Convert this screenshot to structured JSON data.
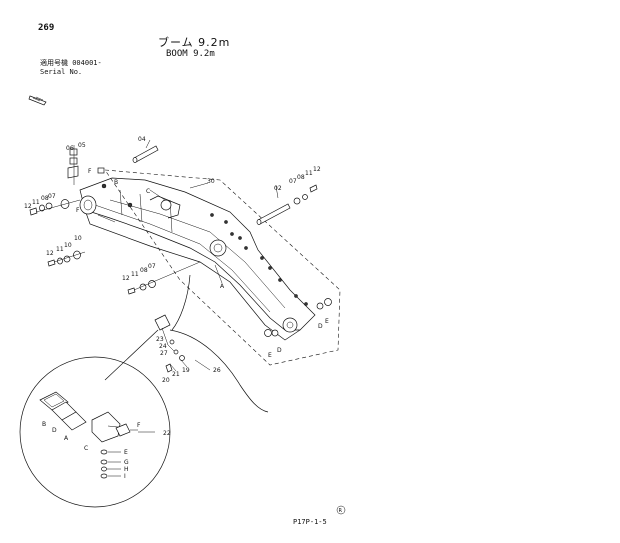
{
  "header": {
    "page_number": "269",
    "title_jp": "ブーム 9.2m",
    "title_en": "BOOM 9.2m",
    "applicable_model": "適用号機 004001-",
    "serial_label": "Serial No."
  },
  "footer": {
    "page_code": "P17P-1-5"
  },
  "callouts": {
    "part_02": "02",
    "part_04": "04",
    "part_05": "05",
    "part_06": "06",
    "part_07": "07",
    "part_08": "08",
    "part_10": "10",
    "part_11": "11",
    "part_12": "12",
    "part_19": "19",
    "part_20": "20",
    "part_21": "21",
    "part_22": "22",
    "part_23": "23",
    "part_24": "24",
    "part_26": "26",
    "part_27": "27",
    "part_30": "30",
    "letter_a": "A",
    "letter_b": "B",
    "letter_c": "C",
    "letter_d": "D",
    "letter_e": "E",
    "letter_f": "F",
    "letter_g": "G",
    "letter_h": "H",
    "letter_i": "I"
  }
}
